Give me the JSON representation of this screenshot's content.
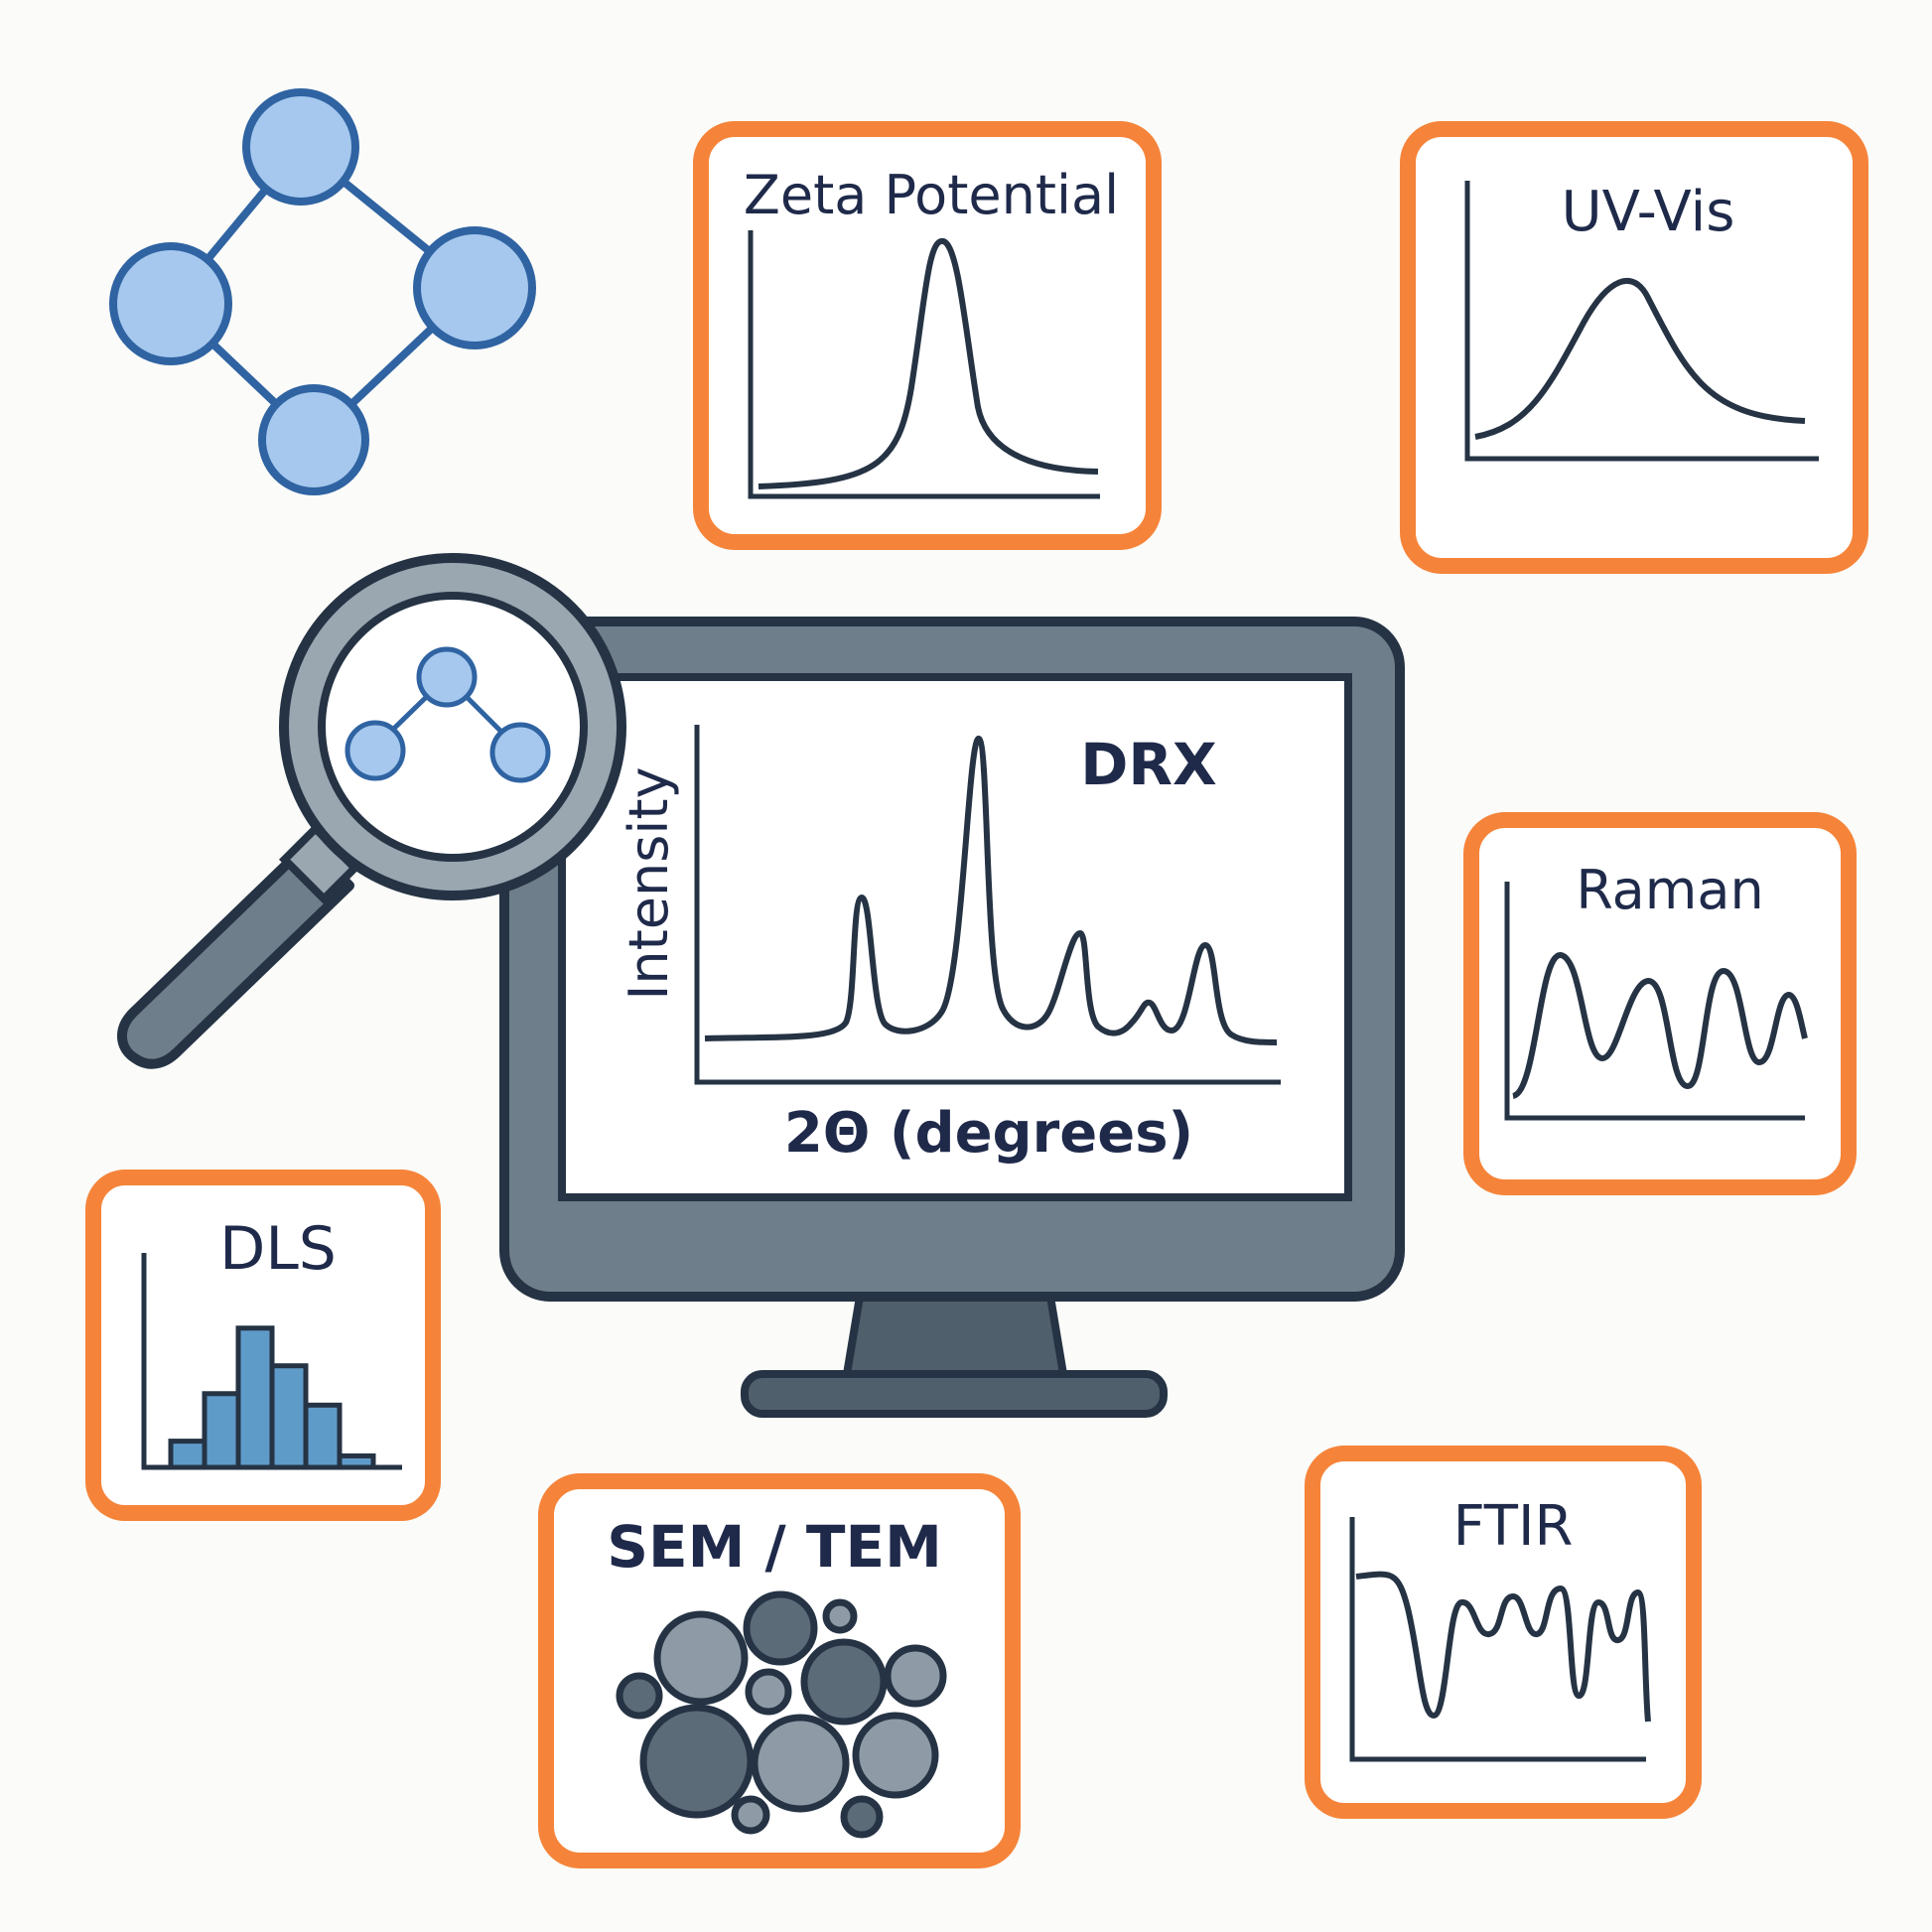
{
  "palette": {
    "background": "#fbfbf9",
    "panel_border": "#f5843a",
    "ink": "#1f2a4a",
    "curve": "#253344",
    "node_fill": "#a6c8ee",
    "node_stroke": "#2f63a2",
    "monitor_body": "#6e7f8b",
    "monitor_stand": "#4f5f6b",
    "bar_fill": "#5e9bc9",
    "particle_light": "#8e9ba6",
    "particle_dark": "#5b6b78"
  },
  "icons": {
    "molecule": "molecule-network-icon",
    "magnifier": "magnifying-glass-icon",
    "monitor": "computer-monitor-icon"
  },
  "panels": {
    "zeta": {
      "title": "Zeta Potential"
    },
    "uvvis": {
      "title": "UV-Vis"
    },
    "raman": {
      "title": "Raman"
    },
    "dls": {
      "title": "DLS",
      "bars": [
        0.16,
        0.45,
        0.85,
        0.62,
        0.38,
        0.07
      ]
    },
    "sem": {
      "title": "SEM / TEM"
    },
    "ftir": {
      "title": "FTIR"
    }
  },
  "monitor": {
    "chart_title": "DRX",
    "ylabel": "Intensity",
    "xlabel": "2Θ (degrees)"
  }
}
